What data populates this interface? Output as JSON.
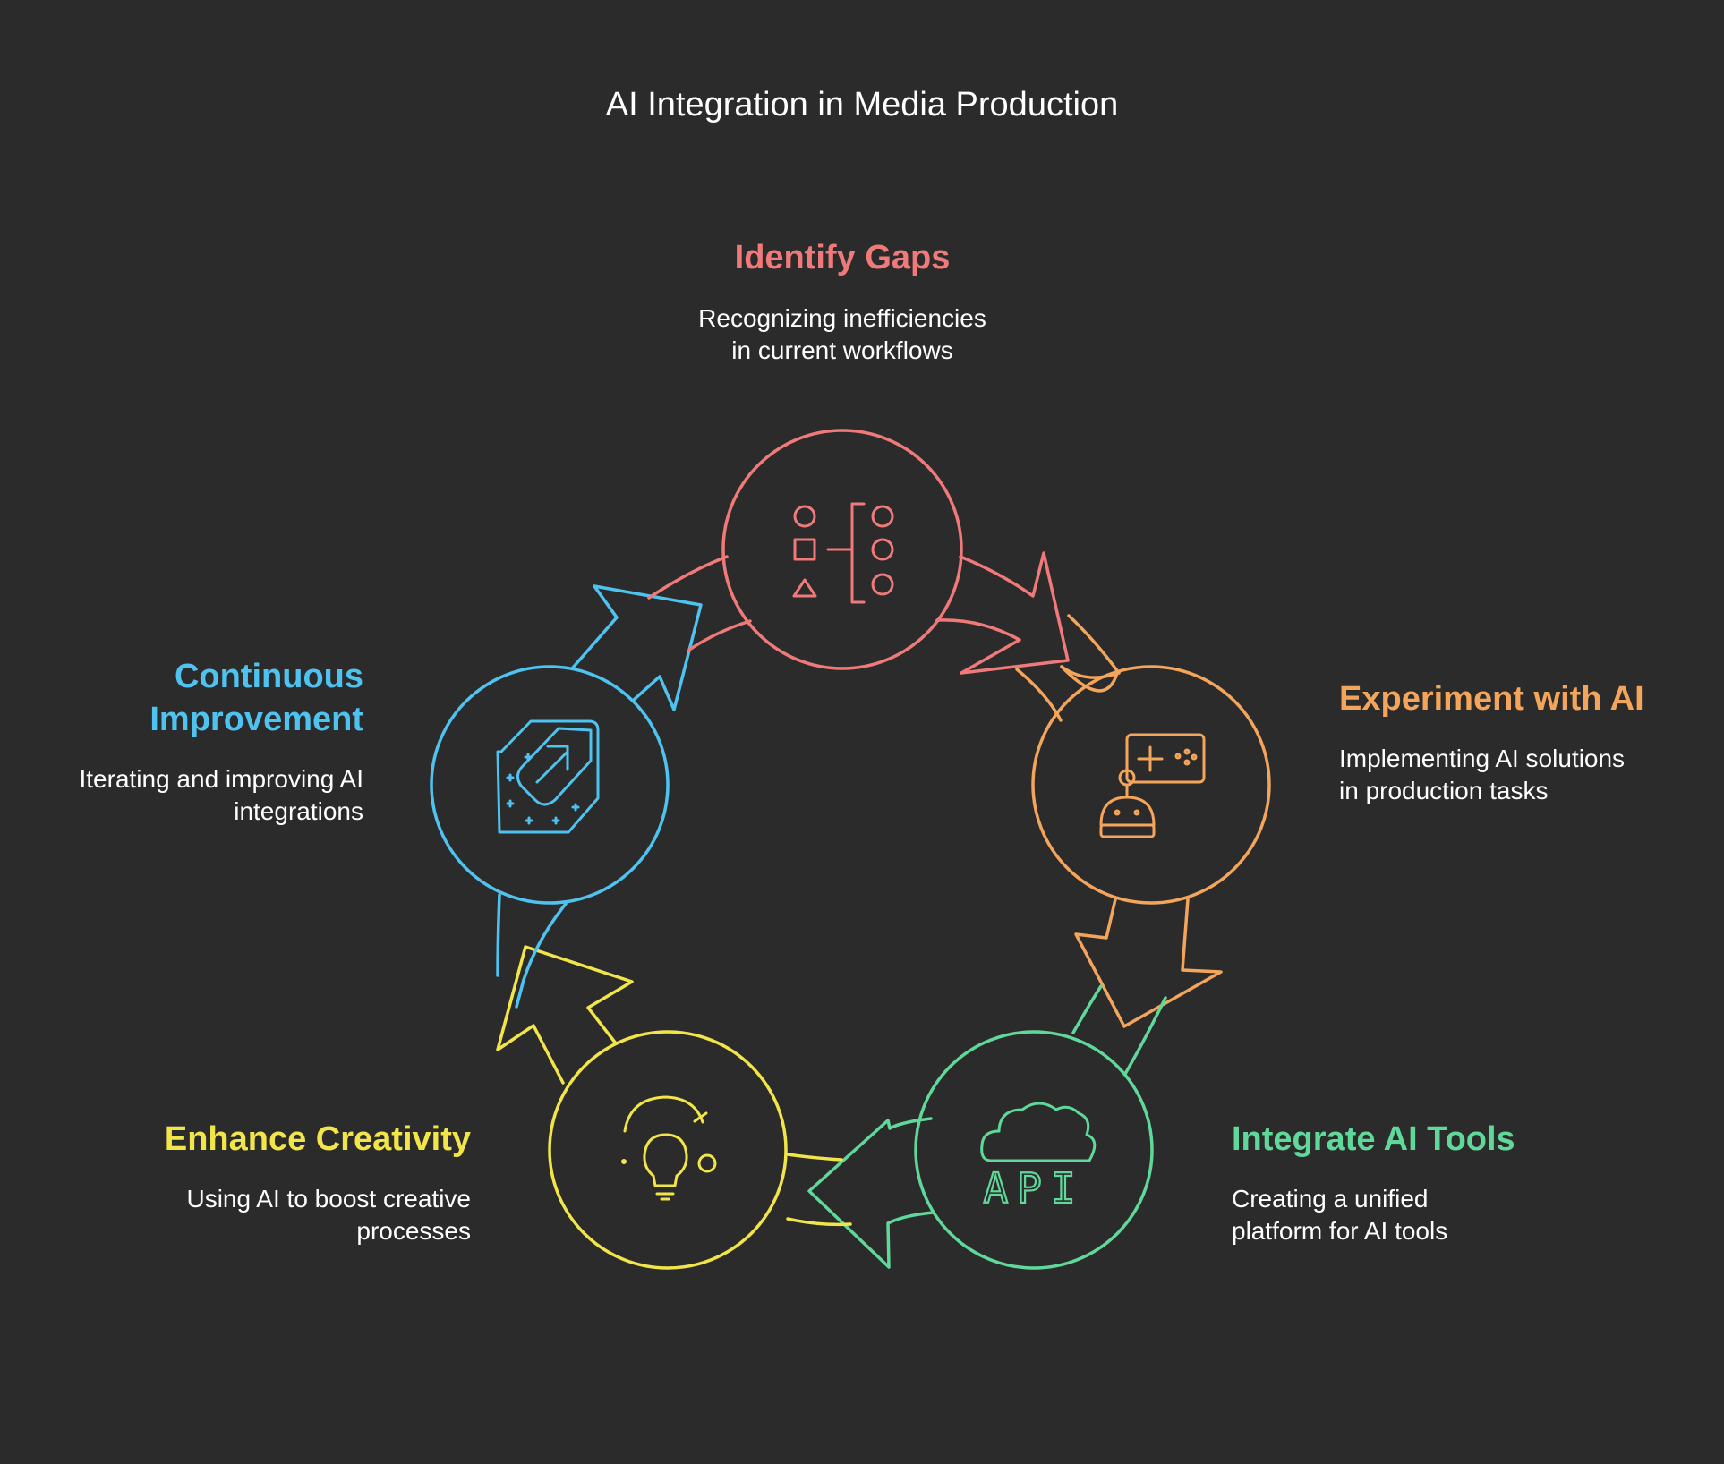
{
  "title": "AI Integration in Media Production",
  "colors": {
    "background": "#2b2b2b",
    "identify": "#f07a7a",
    "experiment": "#f4a55c",
    "integrate": "#5fd89a",
    "enhance": "#f2e54a",
    "continuous": "#4fc3f0"
  },
  "steps": [
    {
      "id": "identify-gaps",
      "title": "Identify Gaps",
      "title_lines": [
        "Identify Gaps"
      ],
      "desc_lines": [
        "Recognizing inefficiencies",
        "in current workflows"
      ],
      "icon": "shapes-sorting-icon",
      "color": "#f07a7a"
    },
    {
      "id": "experiment-with-ai",
      "title": "Experiment with AI",
      "title_lines": [
        "Experiment with AI"
      ],
      "desc_lines": [
        "Implementing AI solutions",
        "in production tasks"
      ],
      "icon": "robot-console-icon",
      "color": "#f4a55c"
    },
    {
      "id": "integrate-ai-tools",
      "title": "Integrate AI Tools",
      "title_lines": [
        "Integrate AI Tools"
      ],
      "desc_lines": [
        "Creating a unified",
        "platform for AI tools"
      ],
      "icon": "cloud-api-icon",
      "icon_text": "API",
      "color": "#5fd89a"
    },
    {
      "id": "enhance-creativity",
      "title": "Enhance Creativity",
      "title_lines": [
        "Enhance Creativity"
      ],
      "desc_lines": [
        "Using AI to boost creative",
        "processes"
      ],
      "icon": "lightbulb-icon",
      "color": "#f2e54a"
    },
    {
      "id": "continuous-improvement",
      "title": "Continuous Improvement",
      "title_lines": [
        "Continuous",
        "Improvement"
      ],
      "desc_lines": [
        "Iterating and improving AI",
        "integrations"
      ],
      "icon": "growth-arrow-icon",
      "color": "#4fc3f0"
    }
  ]
}
